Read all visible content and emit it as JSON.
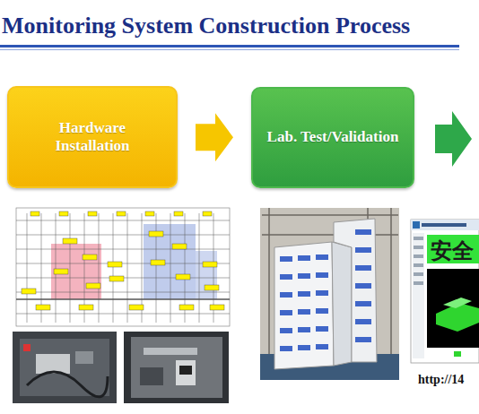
{
  "diagram": {
    "title": "Monitoring System Construction Process",
    "nodes": [
      {
        "text": [
          "Hardware Installation"
        ]
      },
      {
        "text": [
          "Lab. Test/Validation"
        ]
      }
    ],
    "edges": [
      {
        "from": 0,
        "to": 1,
        "arrow": "to"
      }
    ],
    "labels": [
      "安全",
      "http://14"
    ]
  }
}
